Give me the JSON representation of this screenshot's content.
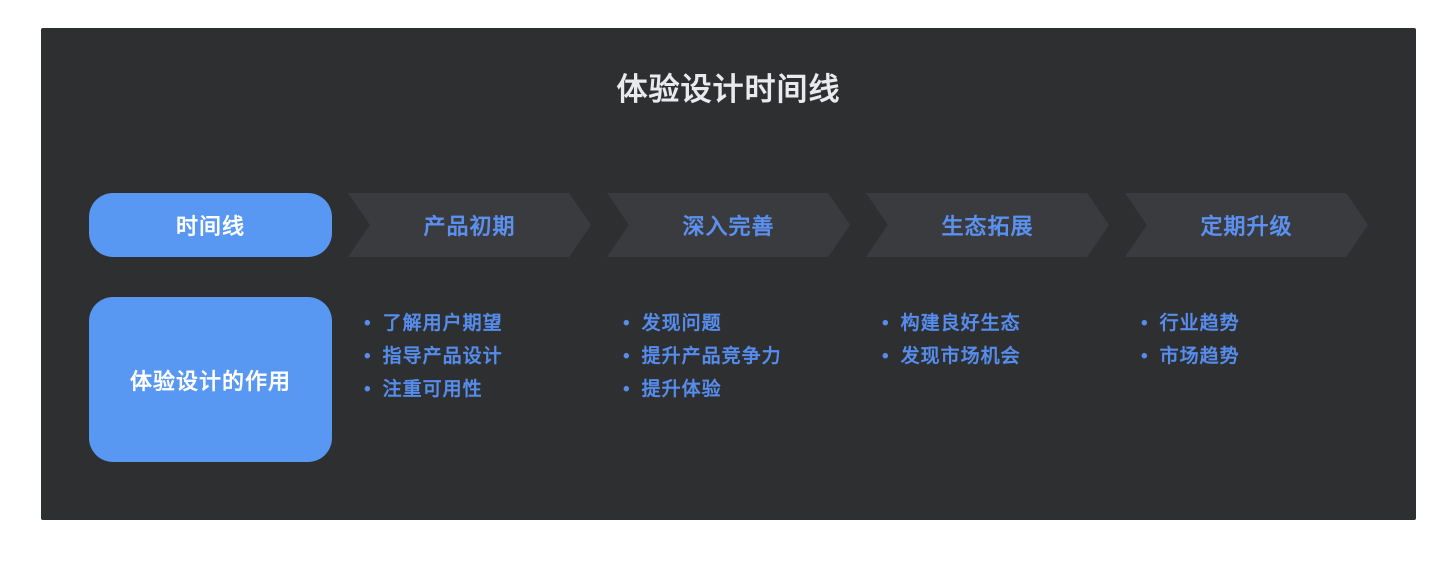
{
  "title": "体验设计时间线",
  "colors": {
    "page_background": "#ffffff",
    "card_background": "#2e2f31",
    "arrow_background": "#3a3b3e",
    "accent_blue": "#5897f2",
    "text_blue": "#568ceb",
    "title_text": "#e8eaed",
    "white_text": "#ffffff"
  },
  "timeline": {
    "lead_label": "时间线",
    "role_box_label": "体验设计的作用",
    "stages": [
      {
        "label": "产品初期",
        "bullets": [
          "了解用户期望",
          "指导产品设计",
          "注重可用性"
        ]
      },
      {
        "label": "深入完善",
        "bullets": [
          "发现问题",
          "提升产品竞争力",
          "提升体验"
        ]
      },
      {
        "label": "生态拓展",
        "bullets": [
          "构建良好生态",
          "发现市场机会"
        ]
      },
      {
        "label": "定期升级",
        "bullets": [
          "行业趋势",
          "市场趋势"
        ]
      }
    ],
    "bullet_glyph": "•"
  }
}
